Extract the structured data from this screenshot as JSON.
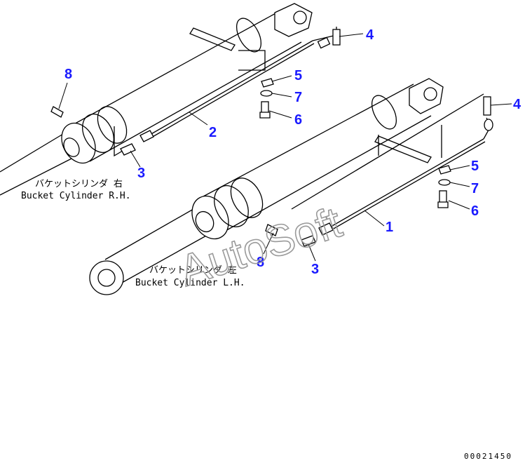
{
  "callouts": {
    "c8_top": "8",
    "c4_top": "4",
    "c5_top": "5",
    "c7_top": "7",
    "c6_top": "6",
    "c2": "2",
    "c3_left": "3",
    "c4_right": "4",
    "c5_right": "5",
    "c7_right": "7",
    "c6_right": "6",
    "c1": "1",
    "c8_bottom": "8",
    "c3_bottom": "3"
  },
  "labels": {
    "rh_jp": "バケットシリンダ 右",
    "rh_en": "Bucket Cylinder R.H.",
    "lh_jp": "バケットシリンダ 左",
    "lh_en": "Bucket Cylinder L.H."
  },
  "watermark": "AutoSoft",
  "drawing_number": "00021450",
  "colors": {
    "callout": "#1a1aff",
    "line": "#000000",
    "watermark": "#9a9a9a"
  }
}
